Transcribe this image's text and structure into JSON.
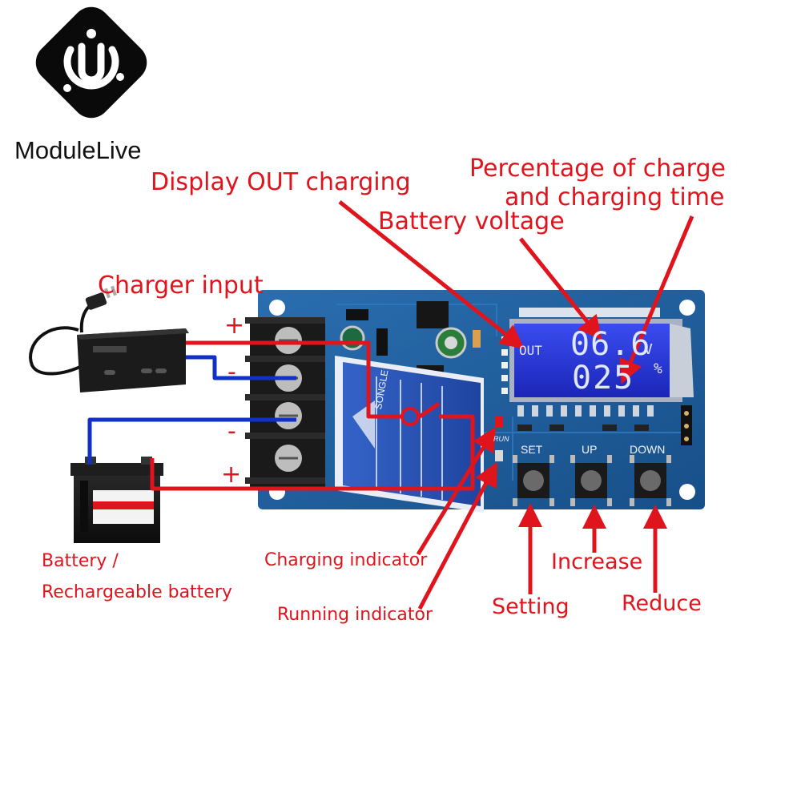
{
  "brand": {
    "name": "ModuleLive"
  },
  "labels": {
    "display_out": "Display OUT charging",
    "percentage_line1": "Percentage of charge",
    "percentage_line2": "and charging time",
    "battery_voltage": "Battery voltage",
    "charger_input": "Charger input",
    "battery_line1": "Battery /",
    "battery_line2": "Rechargeable battery",
    "charging_indicator": "Charging indicator",
    "running_indicator": "Running indicator",
    "increase": "Increase",
    "setting": "Setting",
    "reduce": "Reduce"
  },
  "polarity": {
    "plus": "+",
    "minus": "-"
  },
  "lcd": {
    "out": "OUT",
    "voltage": "06.6",
    "voltage_unit": "V",
    "percent": "025",
    "percent_unit": "%"
  },
  "board": {
    "set": "SET",
    "up": "UP",
    "down": "DOWN",
    "run": "RUN",
    "relay_brand": "SONGLE"
  },
  "colors": {
    "annotation": "#e0141c",
    "pcb": "#1f5d9c",
    "lcd": "#2233d8",
    "wire_positive": "#e0141c",
    "wire_negative": "#1030c8",
    "relay": "#2a56b8"
  }
}
